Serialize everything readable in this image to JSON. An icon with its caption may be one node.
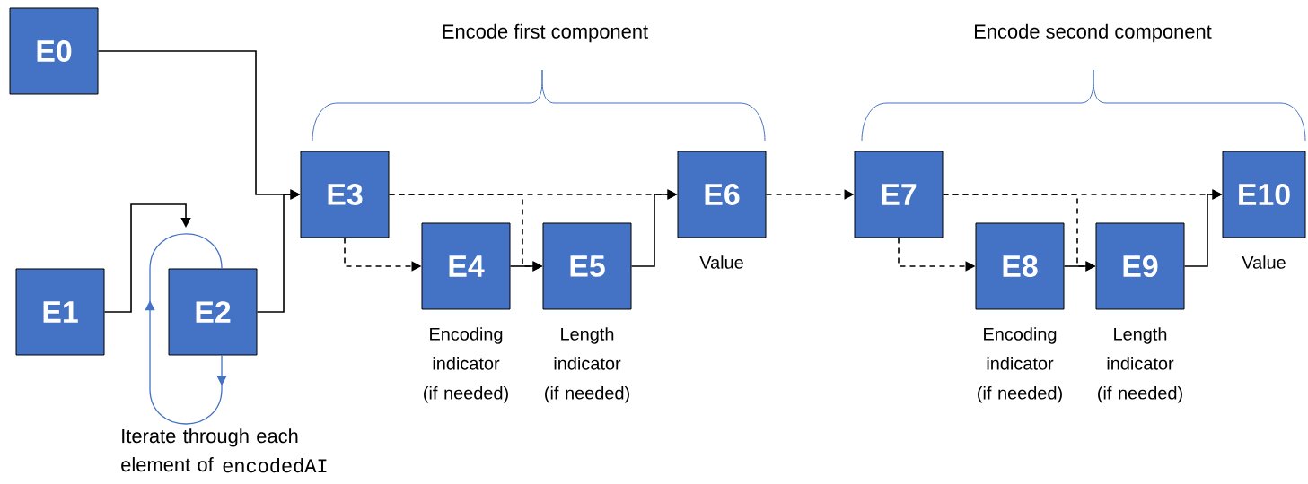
{
  "diagram": {
    "nodes": [
      {
        "text": [
          "E0"
        ]
      },
      {
        "text": [
          "E1"
        ]
      },
      {
        "text": [
          "E2"
        ]
      },
      {
        "text": [
          "E3"
        ]
      },
      {
        "text": [
          "E4"
        ],
        "beside": [
          "Encoding indicator (if needed)"
        ]
      },
      {
        "text": [
          "E5"
        ],
        "beside": [
          "Length indicator (if needed)"
        ]
      },
      {
        "text": [
          "E6"
        ],
        "beside": [
          "Value"
        ]
      },
      {
        "text": [
          "E7"
        ]
      },
      {
        "text": [
          "E8"
        ],
        "beside": [
          "Encoding indicator (if needed)"
        ]
      },
      {
        "text": [
          "E9"
        ],
        "beside": [
          "Length indicator (if needed)"
        ]
      },
      {
        "text": [
          "E10"
        ],
        "beside": [
          "Value"
        ]
      }
    ],
    "edges": [
      {
        "from": 0,
        "to": 3,
        "arrow": "to"
      },
      {
        "from": 1,
        "to": 2,
        "arrow": "to"
      },
      {
        "from": 2,
        "to": 2,
        "arrow": "to",
        "color": "#4472c4"
      },
      {
        "from": 2,
        "to": 3,
        "arrow": "to"
      },
      {
        "from": 3,
        "to": 4,
        "arrow": "to",
        "style": "dashed"
      },
      {
        "from": 3,
        "to": 6,
        "arrow": "to",
        "style": "dashed"
      },
      {
        "from": 3,
        "to": 5,
        "arrow": "to",
        "style": "dashed"
      },
      {
        "from": 4,
        "to": 5,
        "arrow": "to"
      },
      {
        "from": 5,
        "to": 6,
        "arrow": "to"
      },
      {
        "from": 6,
        "to": 7,
        "arrow": "to",
        "style": "dashed"
      },
      {
        "from": 7,
        "to": 8,
        "arrow": "to",
        "style": "dashed"
      },
      {
        "from": 7,
        "to": 10,
        "arrow": "to",
        "style": "dashed"
      },
      {
        "from": 7,
        "to": 9,
        "arrow": "to",
        "style": "dashed"
      },
      {
        "from": 8,
        "to": 9,
        "arrow": "to"
      },
      {
        "from": 9,
        "to": 10,
        "arrow": "to"
      }
    ],
    "labels": [
      "Encode first component",
      "Encode second component",
      "Iterate through each element of",
      "encodedAI"
    ]
  }
}
